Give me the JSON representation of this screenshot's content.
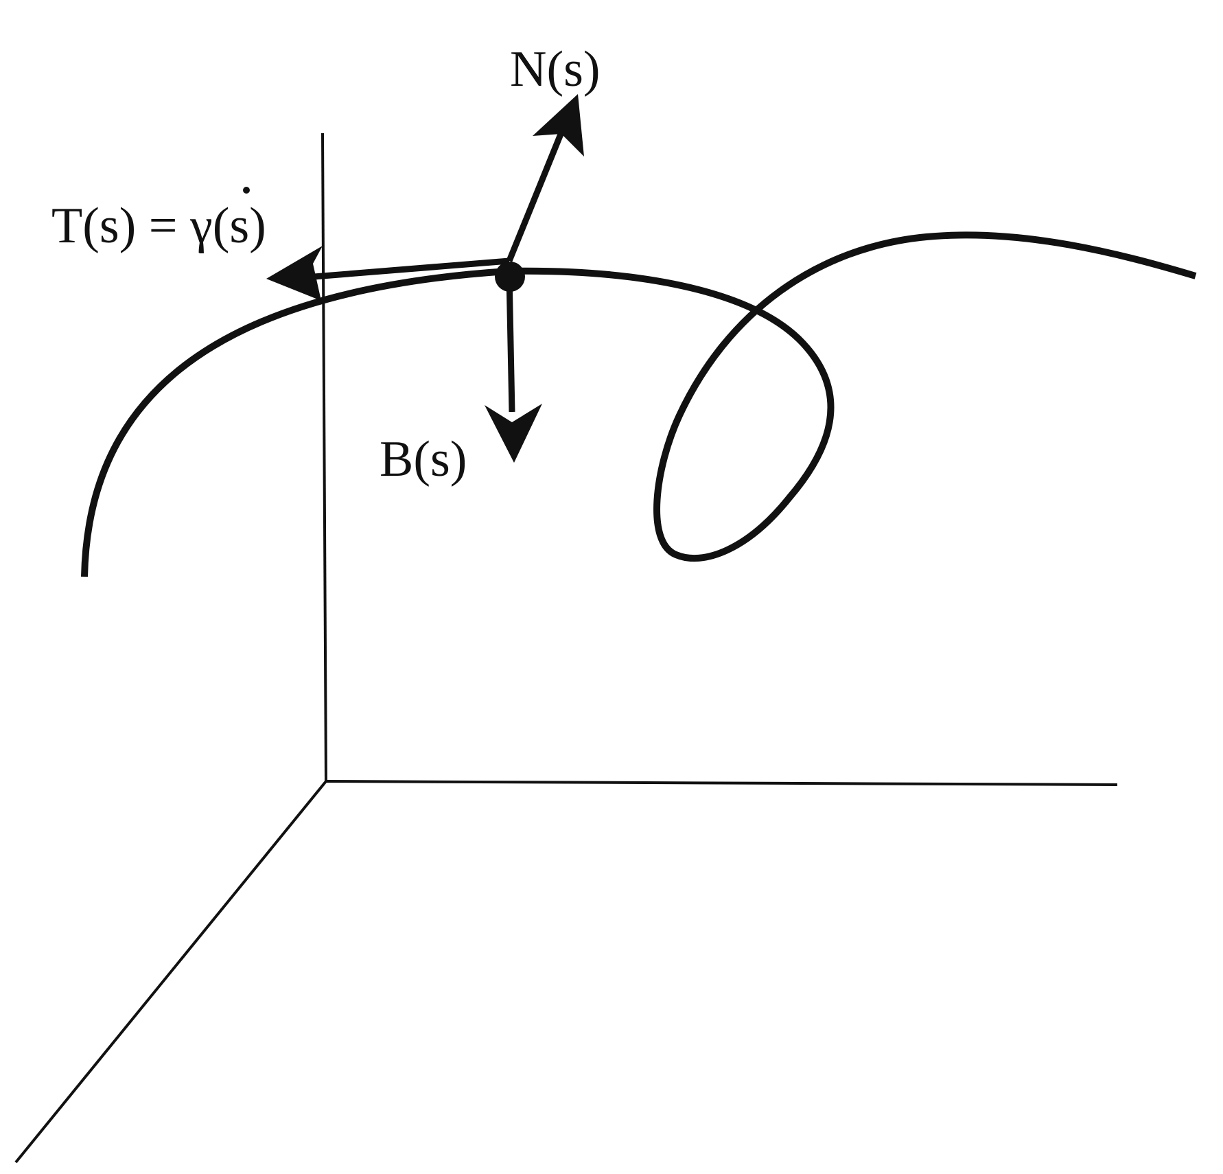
{
  "labels": {
    "normal": "N(s)",
    "tangent_left": "T(s) = ",
    "tangent_gamma": "γ",
    "tangent_right": "(s)",
    "binormal": "B(s)"
  },
  "colors": {
    "ink": "#111111",
    "background": "#ffffff"
  }
}
